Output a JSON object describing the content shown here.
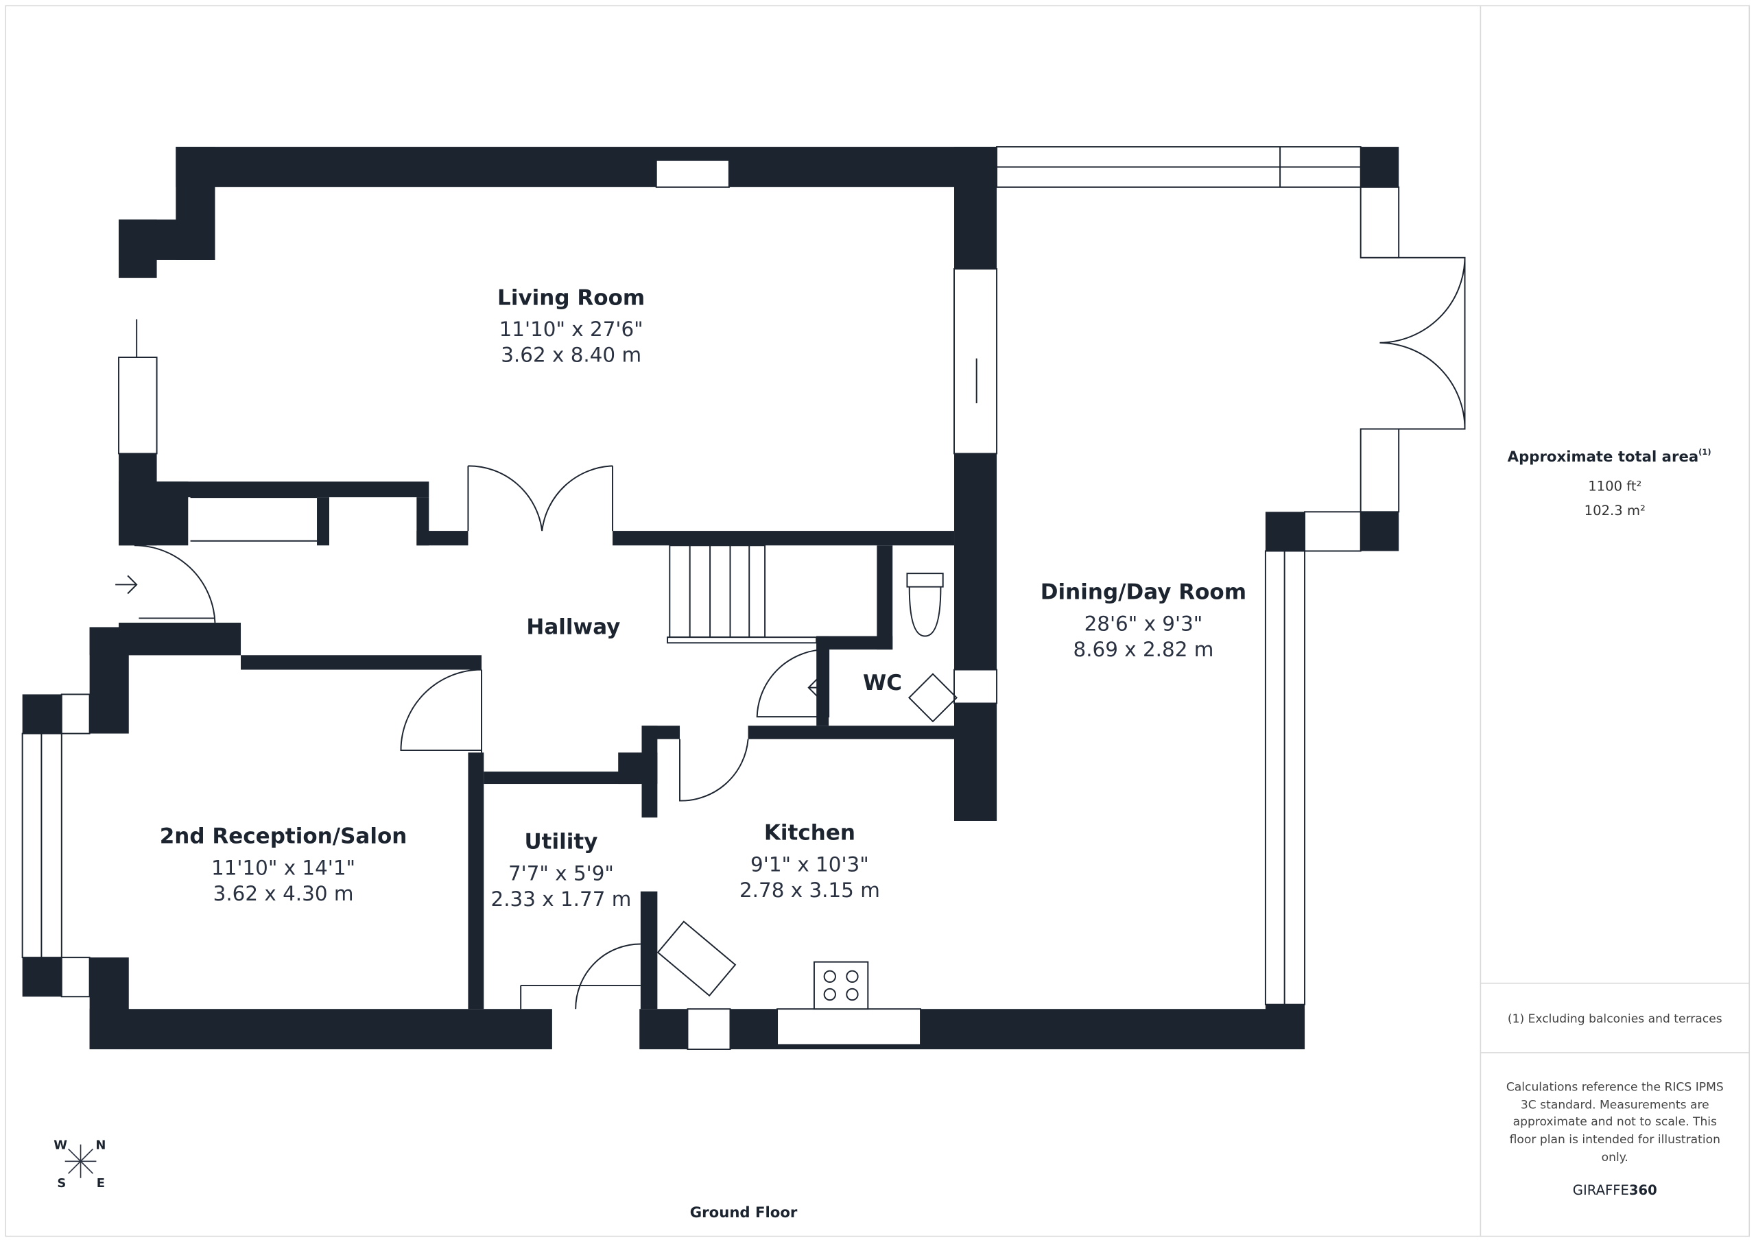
{
  "rooms": [
    {
      "name": "Living Room",
      "imperial": "11'10\" x 27'6\"",
      "metric": "3.62 x 8.40 m"
    },
    {
      "name": "Dining/Day Room",
      "imperial": "28'6\" x 9'3\"",
      "metric": "8.69 x 2.82 m"
    },
    {
      "name": "Hallway"
    },
    {
      "name": "WC"
    },
    {
      "name": "2nd Reception/Salon",
      "imperial": "11'10\" x 14'1\"",
      "metric": "3.62 x 4.30 m"
    },
    {
      "name": "Utility",
      "imperial": "7'7\" x 5'9\"",
      "metric": "2.33 x 1.77 m"
    },
    {
      "name": "Kitchen",
      "imperial": "9'1\" x 10'3\"",
      "metric": "2.78 x 3.15 m"
    }
  ],
  "floor_label": "Ground Floor",
  "compass": {
    "w": "W",
    "n": "N",
    "s": "S",
    "e": "E"
  },
  "panel": {
    "area_title": "Approximate total area",
    "area_sup": "(1)",
    "area_ft": "1100 ft²",
    "area_m": "102.3 m²",
    "footnote": "(1) Excluding balconies and terraces",
    "disclaimer_lines": [
      "Calculations reference the RICS IPMS",
      "3C standard. Measurements are",
      "approximate and not to scale. This",
      "floor plan is intended for illustration",
      "only."
    ],
    "brand_a": "GIRAFFE",
    "brand_b": "360"
  },
  "colors": {
    "wall": "#1c2430",
    "border": "#d9d9d9"
  }
}
